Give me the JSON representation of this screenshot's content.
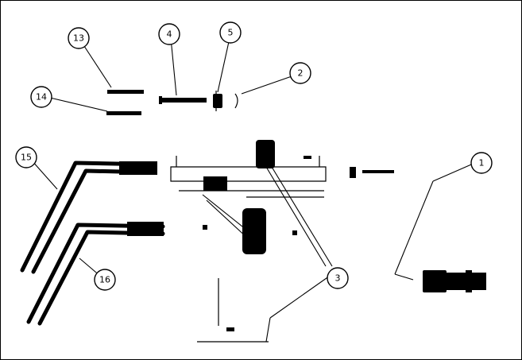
{
  "callouts": [
    {
      "id": "c1",
      "label": "1"
    },
    {
      "id": "c2",
      "label": "2"
    },
    {
      "id": "c3",
      "label": "3"
    },
    {
      "id": "c4",
      "label": "4"
    },
    {
      "id": "c5",
      "label": "5"
    },
    {
      "id": "c13",
      "label": "13"
    },
    {
      "id": "c14",
      "label": "14"
    },
    {
      "id": "c15",
      "label": "15"
    },
    {
      "id": "c16",
      "label": "16"
    }
  ]
}
